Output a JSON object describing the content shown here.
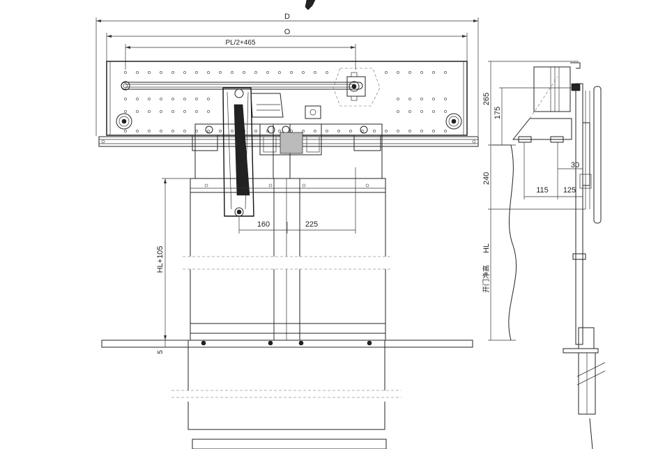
{
  "dimensions": {
    "d": "D",
    "o": "O",
    "pl": "PL/2+465",
    "d160": "160",
    "d225": "225",
    "hl105": "HL+105",
    "d5": "5",
    "d265": "265",
    "d175": "175",
    "d240": "240",
    "d30": "30",
    "d115": "115",
    "d125": "125",
    "hl": "HL",
    "clear_height": "开门净高"
  }
}
